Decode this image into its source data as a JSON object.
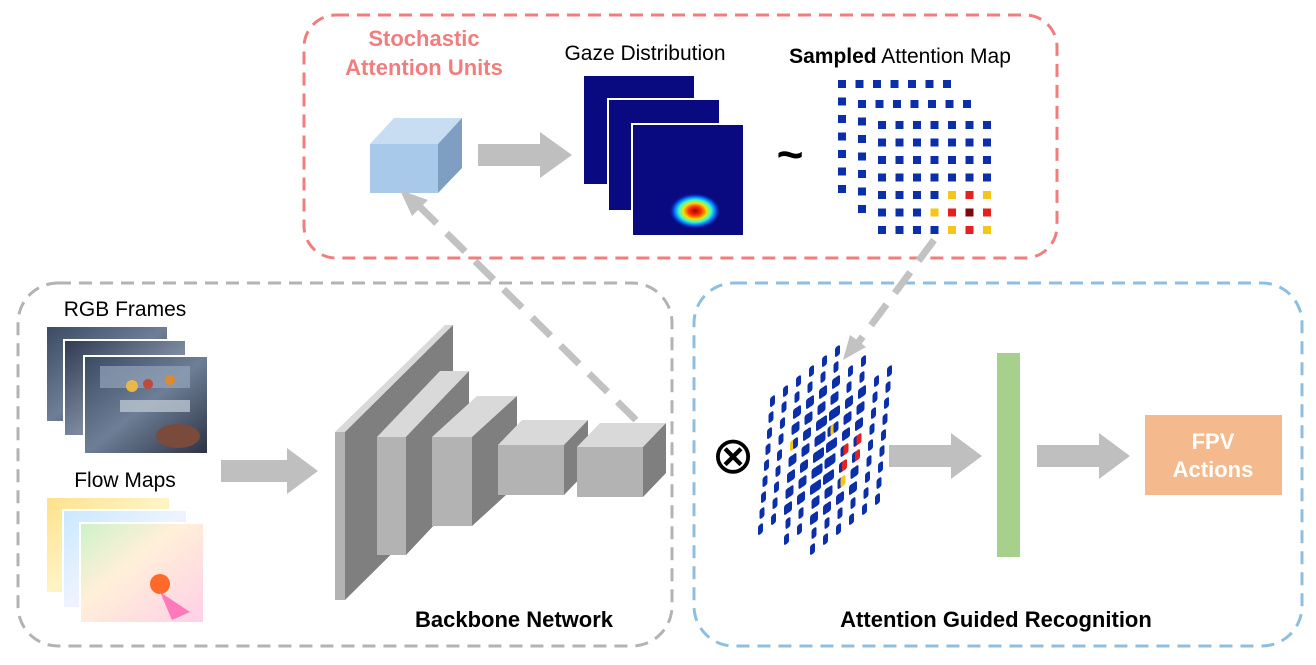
{
  "title": "",
  "sections": {
    "stochastic": {
      "title_line1": "Stochastic",
      "title_line2": "Attention Units",
      "gaze_label": "Gaze Distribution",
      "sampled_label_bold": "Sampled",
      "sampled_label_rest": " Attention Map",
      "tilde": "~"
    },
    "backbone": {
      "title": "Backbone Network",
      "rgb_label": "RGB Frames",
      "flow_label": "Flow Maps"
    },
    "recognition": {
      "title": "Attention Guided Recognition",
      "multiply_symbol": "⊗",
      "output_line1": "FPV",
      "output_line2": "Actions"
    }
  },
  "colors": {
    "stochastic_border": "#f07e7e",
    "backbone_border": "#b3b3b3",
    "recognition_border": "#8fbfe0",
    "arrow_gray": "#bfbfbf",
    "cube_blue": "#a9c9ea",
    "heatmap_navy": "#0a0a80",
    "attention_blue": "#0b2fa8",
    "attention_yellow": "#f5c518",
    "attention_red": "#e52020",
    "attention_darkred": "#7a0a0a",
    "fc_green": "#a6d08c",
    "output_orange": "#f4b98d"
  }
}
